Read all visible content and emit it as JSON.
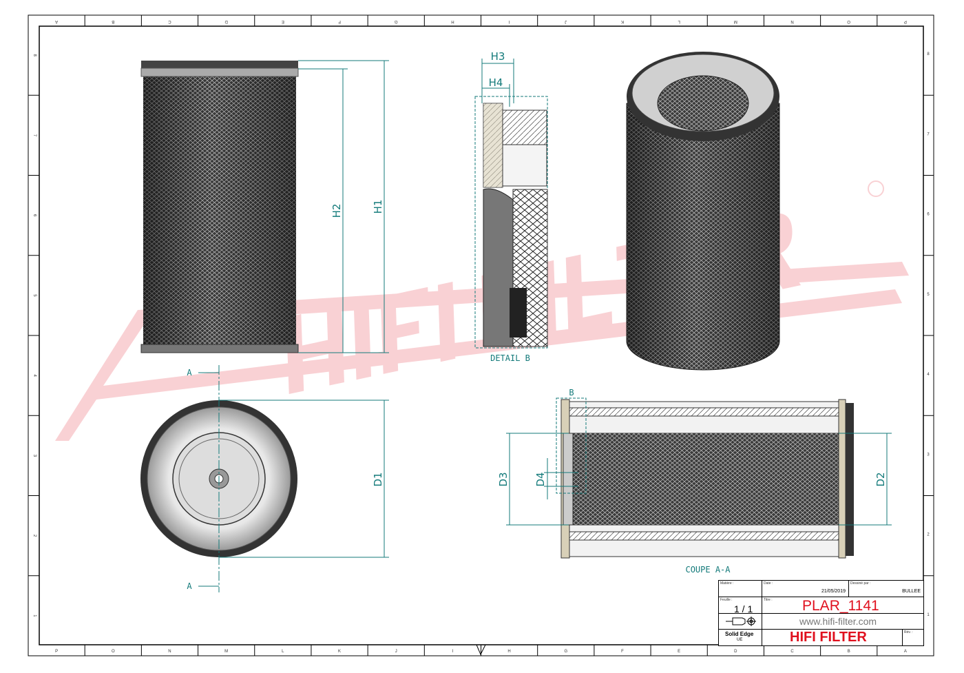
{
  "drawing": {
    "views": {
      "detail_label": "DETAIL B",
      "section_label": "COUPE A-A",
      "section_marker": "A",
      "detail_marker": "B"
    },
    "dimensions": {
      "h1": "H1",
      "h2": "H2",
      "h3": "H3",
      "h4": "H4",
      "d1": "D1",
      "d2": "D2",
      "d3": "D3",
      "d4": "D4"
    },
    "watermark": "HIFI FILTER",
    "border": {
      "columns": [
        "P",
        "O",
        "N",
        "M",
        "L",
        "K",
        "J",
        "I",
        "H",
        "G",
        "F",
        "E",
        "D",
        "C",
        "B",
        "A"
      ],
      "rows": [
        "8",
        "7",
        "6",
        "5",
        "4",
        "3",
        "2",
        "1"
      ]
    },
    "colors": {
      "dimension": "#137a7a",
      "brand": "#e0101e",
      "watermark": "#f6c9cc"
    }
  },
  "title_block": {
    "material_label": "Matière :",
    "date_label": "Date :",
    "date": "21/05/2019",
    "drawn_by_label": "Dessiné par :",
    "drawn_by": "BULLEE",
    "sheet_label": "Feuille :",
    "sheet": "1 / 1",
    "title_label": "Titre :",
    "title": "PLAR_1141",
    "website": "www.hifi-filter.com",
    "software": "Solid Edge",
    "software_sub": "UE",
    "company": "HIFI FILTER",
    "revision_label": "Rév. :"
  }
}
